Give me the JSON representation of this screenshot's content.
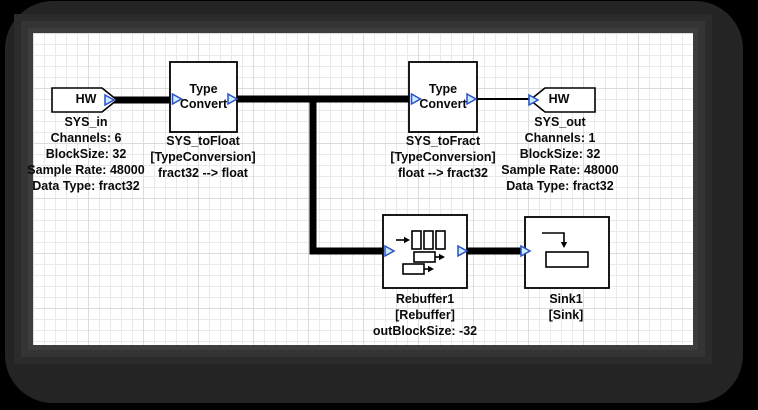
{
  "window": {
    "background_color": "#000000",
    "frame_color": "#242424",
    "canvas_color": "#ffffff",
    "grid_minor_color": "#eaeaea",
    "grid_major_color": "#dcdcdc"
  },
  "palette": {
    "wire_color": "#000000",
    "block_fill": "#ffffff",
    "block_border": "#000000",
    "port_fill": "#c9ecfb",
    "port_border": "#2b50c8",
    "text_color": "#0a0a0a"
  },
  "blocks": {
    "sys_in": {
      "title": "HW",
      "lines": [
        "SYS_in",
        "Channels: 6",
        "BlockSize: 32",
        "Sample Rate: 48000",
        "Data Type: fract32"
      ]
    },
    "sys_tofloat": {
      "title": "Type Convert",
      "lines": [
        "SYS_toFloat",
        "[TypeConversion]",
        "fract32 --> float"
      ]
    },
    "sys_tofract": {
      "title": "Type Convert",
      "lines": [
        "SYS_toFract",
        "[TypeConversion]",
        "float --> fract32"
      ]
    },
    "sys_out": {
      "title": "HW",
      "lines": [
        "SYS_out",
        "Channels: 1",
        "BlockSize: 32",
        "Sample Rate: 48000",
        "Data Type: fract32"
      ]
    },
    "rebuffer1": {
      "lines": [
        "Rebuffer1",
        "[Rebuffer]",
        "outBlockSize: -32"
      ]
    },
    "sink1": {
      "lines": [
        "Sink1",
        "[Sink]"
      ]
    }
  },
  "connections": [
    {
      "from": "SYS_in",
      "to": "SYS_toFloat",
      "style": "thick"
    },
    {
      "from": "SYS_toFloat",
      "to": "SYS_toFract",
      "style": "thick"
    },
    {
      "from": "SYS_toFloat",
      "to": "Rebuffer1",
      "style": "thick"
    },
    {
      "from": "SYS_toFract",
      "to": "SYS_out",
      "style": "thin"
    },
    {
      "from": "Rebuffer1",
      "to": "Sink1",
      "style": "thick"
    }
  ]
}
